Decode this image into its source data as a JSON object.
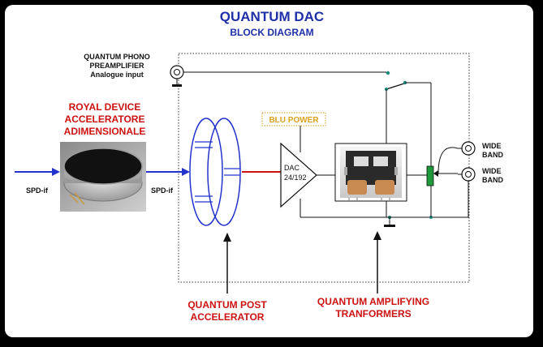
{
  "title": "QUANTUM DAC",
  "subtitle": "BLOCK DIAGRAM",
  "phono": {
    "line1": "QUANTUM PHONO",
    "line2": "PREAMPLIFIER",
    "line3": "Analogue input"
  },
  "royal": {
    "line1": "ROYAL DEVICE",
    "line2": "ACCELERATORE",
    "line3": "ADIMENSIONALE"
  },
  "spdif_in": "SPD-if",
  "spdif_out": "SPD-if",
  "blu_power": "BLU POWER",
  "dac": {
    "line1": "DAC",
    "line2": "24/192"
  },
  "outputs": [
    {
      "line1": "WIDE",
      "line2": "BAND"
    },
    {
      "line1": "WIDE",
      "line2": "BAND"
    }
  ],
  "post_accel": {
    "line1": "QUANTUM POST",
    "line2": "ACCELERATOR"
  },
  "amp_trans": {
    "line1": "QUANTUM AMPLIFYING",
    "line2": "TRANFORMERS"
  },
  "colors": {
    "title": "#1f2fa8",
    "red_label": "#cc1111",
    "blu_power": "#d9a21e",
    "signal_blue": "#2233cc",
    "signal_red": "#cc1111"
  }
}
